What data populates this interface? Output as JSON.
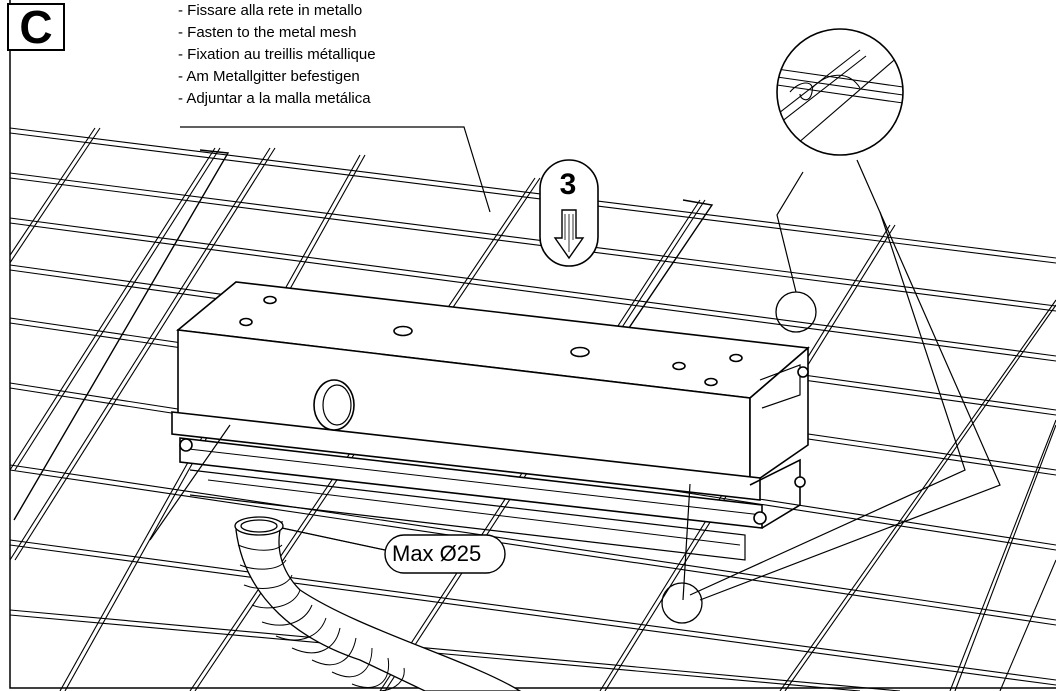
{
  "panel": {
    "letter": "C"
  },
  "instructions": [
    "- Fissare alla rete in metallo",
    "- Fasten to the metal mesh",
    "- Fixation au treillis métallique",
    "- Am Metallgitter befestigen",
    "- Adjuntar a la malla metálica"
  ],
  "step": {
    "number": "3"
  },
  "hose_callout": {
    "label": "Max Ø25"
  }
}
